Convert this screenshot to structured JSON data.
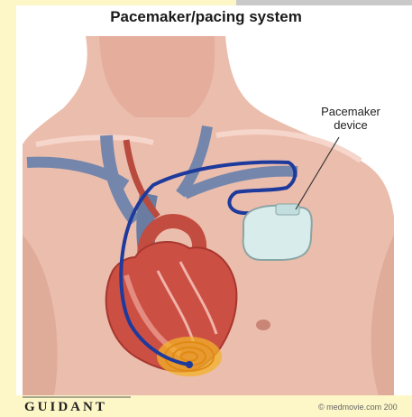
{
  "figure": {
    "title": "Pacemaker/pacing system",
    "callout": {
      "line1": "Pacemaker",
      "line2": "device"
    },
    "logo": "GUIDANT",
    "credit": "© medmovie.com 200"
  },
  "colors": {
    "page_background": "#fdf7c8",
    "top_bar": "#c9c9c9",
    "skin": "#eab8a8",
    "heart": "#c8483f",
    "vein": "#6f84aa",
    "lead_wire": "#1d3a9c",
    "device": "#d8ecec",
    "pulse_zone": "#f2b228"
  }
}
